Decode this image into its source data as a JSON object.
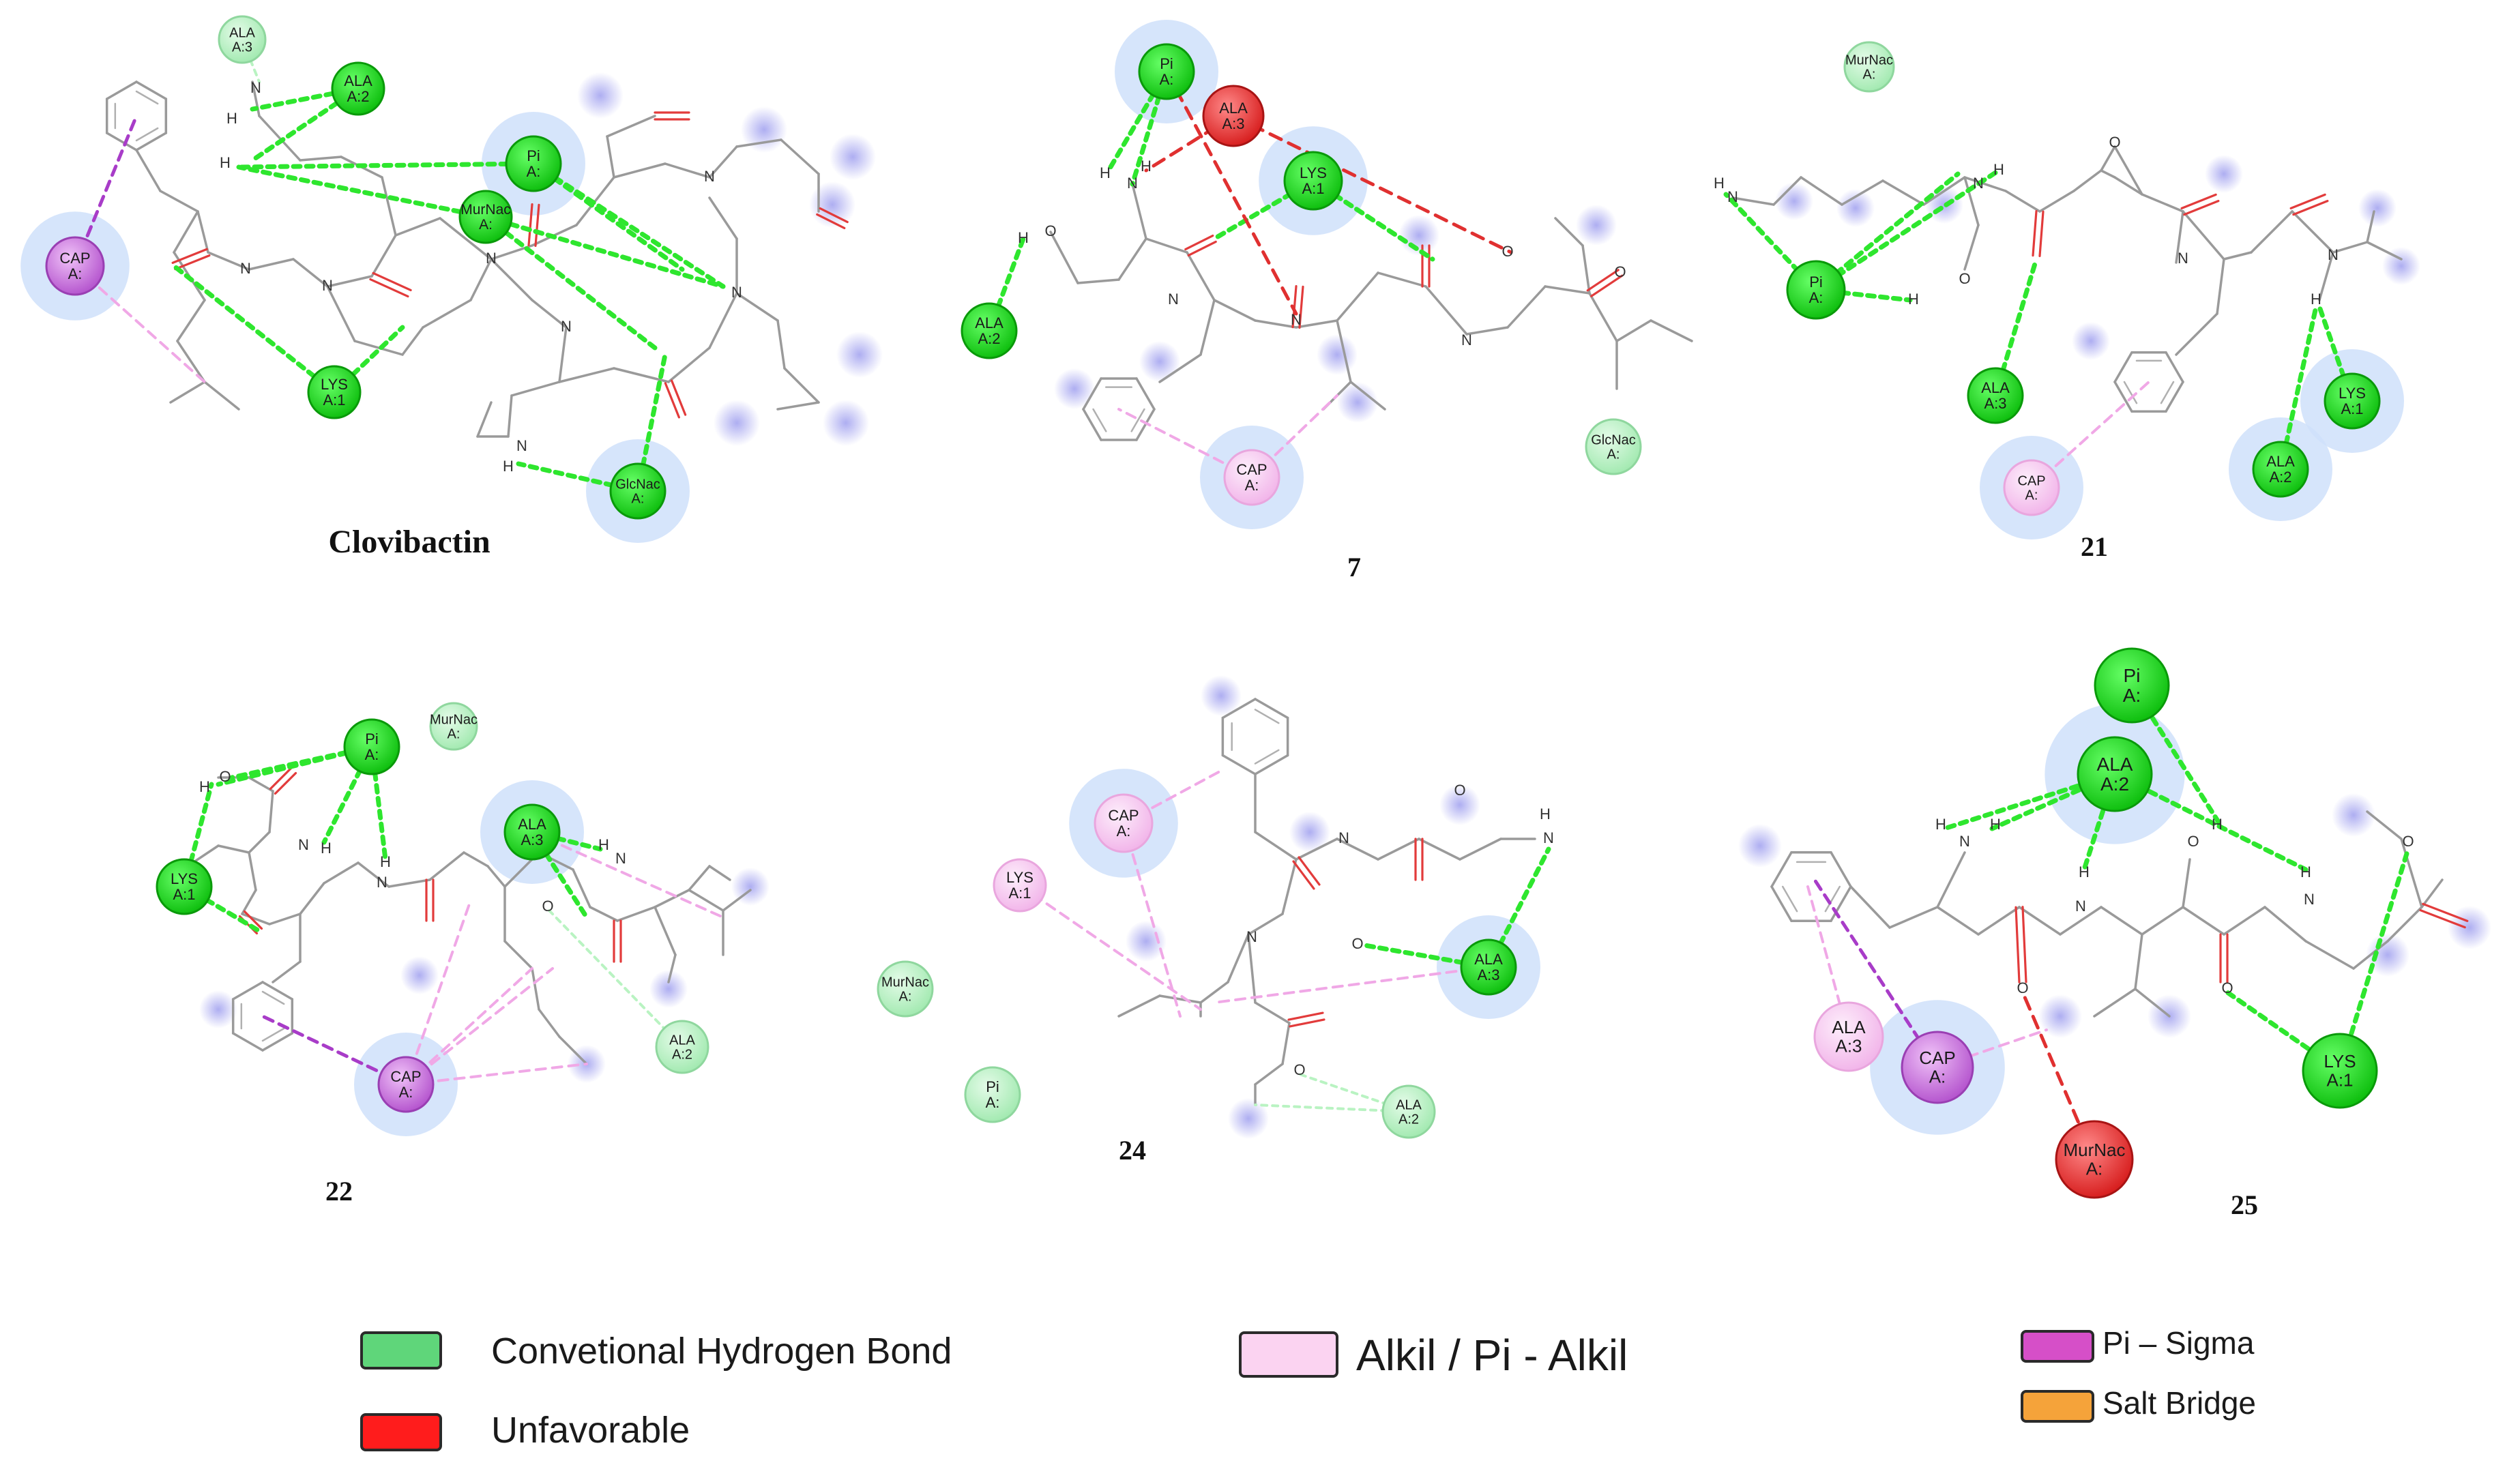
{
  "colors": {
    "hbond": "#2ee62e",
    "hbond_fill": "#1fd11f",
    "hbond_light": "#b9f3c2",
    "unfavorable": "#e03030",
    "alkyl": "#f6c4ee",
    "alkyl_line": "#f0a8e6",
    "pisigma": "#c86ad8",
    "pisigma_line": "#a83cc8",
    "salt": "#f5a33a",
    "bond": "#9a9a9a",
    "oxygen": "#e23b3b",
    "nitrogen": "#7a7ad8",
    "halo_blue": "#cfe0fa"
  },
  "legend": {
    "hbond": "Convetional Hydrogen Bond",
    "unfavorable": "Unfavorable",
    "alkyl": "Alkil / Pi - Alkil",
    "pisigma": "Pi – Sigma",
    "salt": "Salt Bridge"
  },
  "panels": [
    {
      "id": "clovibactin",
      "title": "Clovibactin",
      "residues": [
        {
          "line1": "ALA",
          "line2": "A:3",
          "kind": "hb_light"
        },
        {
          "line1": "ALA",
          "line2": "A:2",
          "kind": "hb"
        },
        {
          "line1": "Pi",
          "line2": "A:",
          "kind": "hb",
          "halo": true
        },
        {
          "line1": "MurNac",
          "line2": "A:",
          "kind": "hb"
        },
        {
          "line1": "CAP",
          "line2": "A:",
          "kind": "pisigma",
          "halo": true
        },
        {
          "line1": "LYS",
          "line2": "A:1",
          "kind": "hb"
        },
        {
          "line1": "GlcNac",
          "line2": "A:",
          "kind": "hb",
          "halo": true
        }
      ]
    },
    {
      "id": "c7",
      "title": "7",
      "residues": [
        {
          "line1": "Pi",
          "line2": "A:",
          "kind": "hb",
          "halo": true
        },
        {
          "line1": "ALA",
          "line2": "A:3",
          "kind": "unf"
        },
        {
          "line1": "LYS",
          "line2": "A:1",
          "kind": "hb",
          "halo": true
        },
        {
          "line1": "ALA",
          "line2": "A:2",
          "kind": "hb"
        },
        {
          "line1": "CAP",
          "line2": "A:",
          "kind": "alkyl",
          "halo": true
        },
        {
          "line1": "GlcNac",
          "line2": "A:",
          "kind": "hb_light"
        }
      ]
    },
    {
      "id": "c21",
      "title": "21",
      "residues": [
        {
          "line1": "MurNac",
          "line2": "A:",
          "kind": "hb_light"
        },
        {
          "line1": "Pi",
          "line2": "A:",
          "kind": "hb"
        },
        {
          "line1": "ALA",
          "line2": "A:3",
          "kind": "hb"
        },
        {
          "line1": "CAP",
          "line2": "A:",
          "kind": "alkyl",
          "halo": true
        },
        {
          "line1": "LYS",
          "line2": "A:1",
          "kind": "hb",
          "halo": true
        },
        {
          "line1": "ALA",
          "line2": "A:2",
          "kind": "hb",
          "halo": true
        }
      ]
    },
    {
      "id": "c22",
      "title": "22",
      "residues": [
        {
          "line1": "Pi",
          "line2": "A:",
          "kind": "hb"
        },
        {
          "line1": "MurNac",
          "line2": "A:",
          "kind": "hb_light"
        },
        {
          "line1": "LYS",
          "line2": "A:1",
          "kind": "hb"
        },
        {
          "line1": "ALA",
          "line2": "A:3",
          "kind": "hb",
          "halo": true
        },
        {
          "line1": "ALA",
          "line2": "A:2",
          "kind": "hb_light"
        },
        {
          "line1": "CAP",
          "line2": "A:",
          "kind": "pisigma",
          "halo": true
        }
      ]
    },
    {
      "id": "c24",
      "title": "24",
      "residues": [
        {
          "line1": "CAP",
          "line2": "A:",
          "kind": "alkyl",
          "halo": true
        },
        {
          "line1": "LYS",
          "line2": "A:1",
          "kind": "alkyl"
        },
        {
          "line1": "MurNac",
          "line2": "A:",
          "kind": "hb_light"
        },
        {
          "line1": "Pi",
          "line2": "A:",
          "kind": "hb_light"
        },
        {
          "line1": "ALA",
          "line2": "A:3",
          "kind": "hb",
          "halo": true
        },
        {
          "line1": "ALA",
          "line2": "A:2",
          "kind": "hb_light"
        }
      ]
    },
    {
      "id": "c25",
      "title": "25",
      "residues": [
        {
          "line1": "Pi",
          "line2": "A:",
          "kind": "hb"
        },
        {
          "line1": "ALA",
          "line2": "A:2",
          "kind": "hb",
          "halo": true
        },
        {
          "line1": "ALA",
          "line2": "A:3",
          "kind": "alkyl"
        },
        {
          "line1": "CAP",
          "line2": "A:",
          "kind": "pisigma",
          "halo": true
        },
        {
          "line1": "MurNac",
          "line2": "A:",
          "kind": "unf"
        },
        {
          "line1": "LYS",
          "line2": "A:1",
          "kind": "hb"
        }
      ]
    }
  ]
}
